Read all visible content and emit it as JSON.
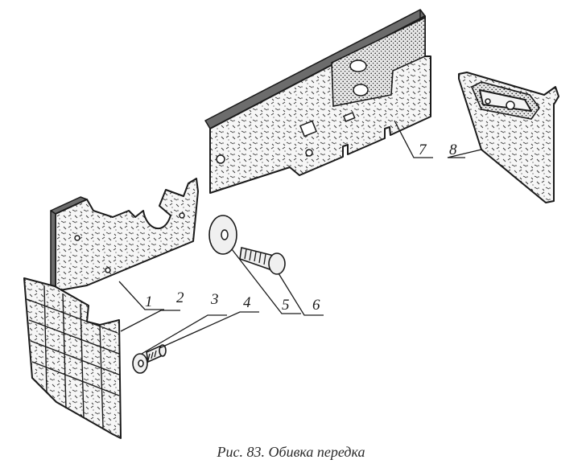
{
  "caption": "Рис. 83. Обивка передка",
  "callouts": [
    {
      "label": "1"
    },
    {
      "label": "2"
    },
    {
      "label": "3"
    },
    {
      "label": "4"
    },
    {
      "label": "5"
    },
    {
      "label": "6"
    },
    {
      "label": "7"
    },
    {
      "label": "8"
    }
  ]
}
